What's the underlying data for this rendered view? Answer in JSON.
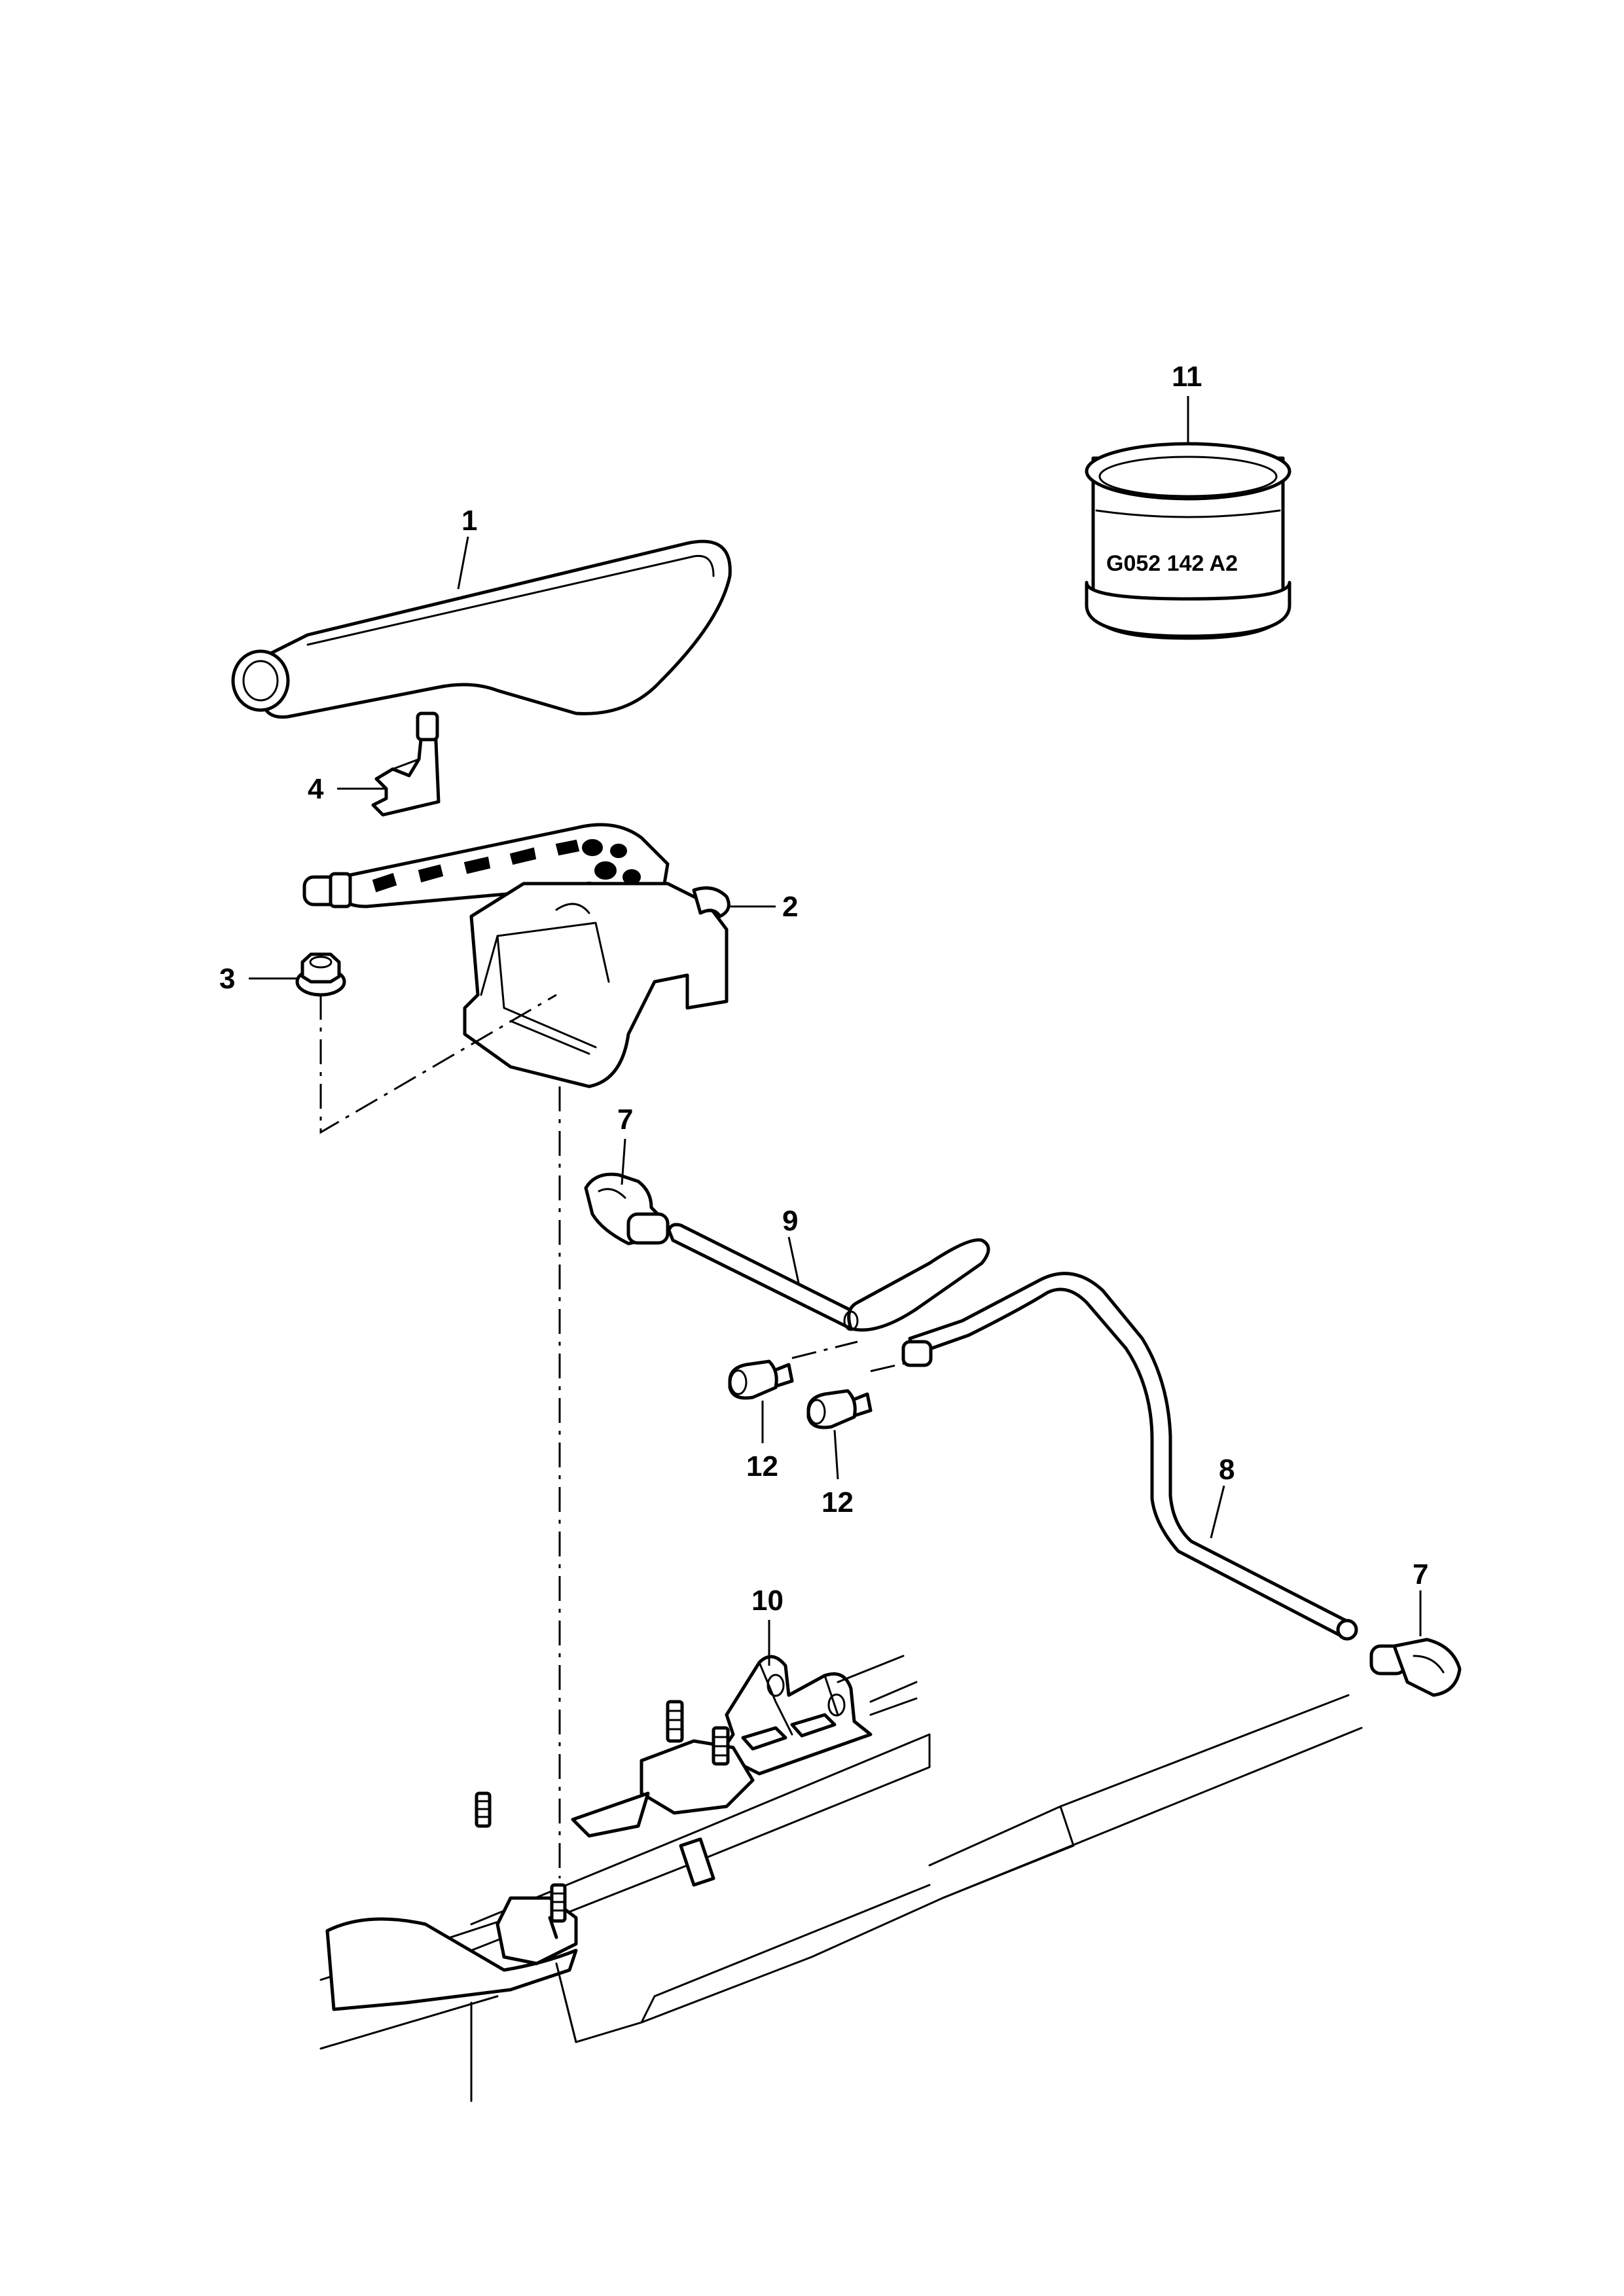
{
  "diagram": {
    "callouts": {
      "c1": "1",
      "c2": "2",
      "c3": "3",
      "c4": "4",
      "c7a": "7",
      "c7b": "7",
      "c8": "8",
      "c9": "9",
      "c10": "10",
      "c11": "11",
      "c12a": "12",
      "c12b": "12"
    },
    "stamp_text": "G052 142 A2"
  }
}
